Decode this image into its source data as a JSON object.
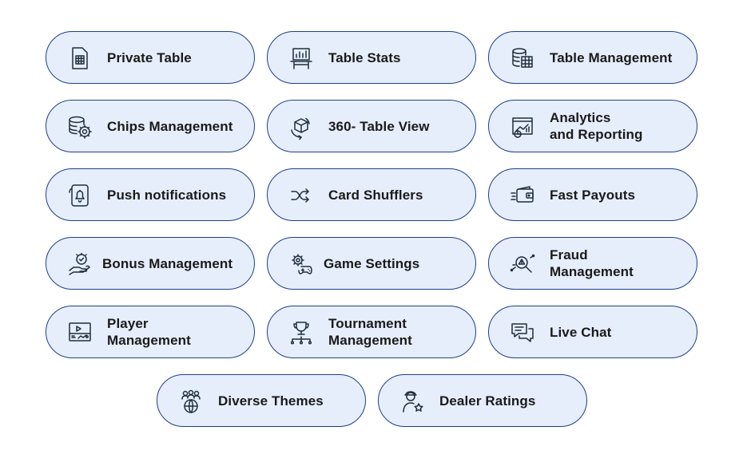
{
  "features": [
    {
      "label": "Private Table",
      "icon": "private-table-icon"
    },
    {
      "label": "Table Stats",
      "icon": "table-stats-icon"
    },
    {
      "label": "Table Management",
      "icon": "table-management-icon"
    },
    {
      "label": "Chips Management",
      "icon": "chips-management-icon"
    },
    {
      "label": "360- Table View",
      "icon": "cube-rotate-icon"
    },
    {
      "label": "Analytics\nand Reporting",
      "icon": "analytics-icon"
    },
    {
      "label": "Push notifications",
      "icon": "bell-phone-icon"
    },
    {
      "label": "Card Shufflers",
      "icon": "shuffle-icon"
    },
    {
      "label": "Fast Payouts",
      "icon": "wallet-icon"
    },
    {
      "label": "Bonus Management",
      "icon": "bonus-hand-icon"
    },
    {
      "label": "Game Settings",
      "icon": "gamepad-gear-icon"
    },
    {
      "label": "Fraud\nManagement",
      "icon": "fraud-alert-icon"
    },
    {
      "label": "Player\nManagement",
      "icon": "player-monitor-icon"
    },
    {
      "label": "Tournament\nManagement",
      "icon": "trophy-icon"
    },
    {
      "label": "Live Chat",
      "icon": "chat-bubbles-icon"
    },
    {
      "label": "Diverse Themes",
      "icon": "globe-people-icon"
    },
    {
      "label": "Dealer Ratings",
      "icon": "dealer-star-icon"
    }
  ],
  "colors": {
    "border": "#1d3f8a",
    "fill": "#e6eefb",
    "text": "#1a1a1a",
    "icon": "#1f2d3d"
  }
}
